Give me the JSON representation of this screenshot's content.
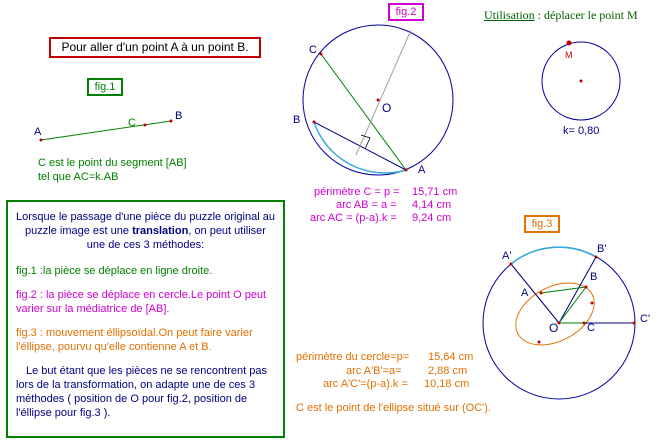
{
  "title_box": {
    "text": "Pour aller d'un point A à un point B."
  },
  "usage": {
    "label": "Utilisation",
    "text": " : déplacer le point M"
  },
  "fig1": {
    "label": "fig.1",
    "point_a": "A",
    "point_b": "B",
    "point_c": "C",
    "caption_line1": "C est le point du segment [AB]",
    "caption_line2": "tel que AC=k.AB"
  },
  "fig2": {
    "label": "fig.2",
    "point_c": "C",
    "point_o": "O",
    "point_b": "B",
    "point_a": "A",
    "line1_label": "périmètre C = p =",
    "line1_value": "15,71 cm",
    "line2_label": "arc AB = a =",
    "line2_value": "4,14 cm",
    "line3_label": "arc AC = (p-a).k =",
    "line3_value": "9,24 cm"
  },
  "control": {
    "point_m": "M",
    "k_text": "k= 0,80"
  },
  "fig3": {
    "label": "fig.3",
    "point_a_prime": "A'",
    "point_b_prime": "B'",
    "point_b": "B",
    "point_a": "A",
    "point_o": "O",
    "point_c": "C",
    "point_c_prime": "C'",
    "line1_label": "périmètre du cercle=p=",
    "line1_value": "15,64 cm",
    "line2_label": "arc A'B'=a=",
    "line2_value": "2,88 cm",
    "line3_label": "arc A'C'=(p-a).k =",
    "line3_value": "10,18 cm",
    "caption": "C est le point de l'ellipse situé sur (OC')."
  },
  "info": {
    "p1_before": "Lorsque le passage d'une pièce du puzzle original au puzzle image est une ",
    "p1_bold": "translation",
    "p1_after": ", on peut utiliser une de ces 3 méthodes:",
    "fig1_text": "fig.1 :la pièce se déplace en ligne droite.",
    "fig2_text": "fig.2 : la pièce se déplace en cercle.Le point  O peut varier sur la médiatrice de [AB].",
    "fig3_text": "fig.3 : mouvement éllipsoïdal.On peut faire varier l'éllipse, pourvu qu'elle contienne A et B.",
    "conclusion": "Le but étant que les pièces ne se rencontrent pas lors de la transformation, on adapte une de ces 3 méthodes ( position de O pour fig.2, position de l'éllipse pour fig.3 )."
  },
  "colors": {
    "green": "#008000",
    "red": "#c00000",
    "magenta": "#d000d0",
    "orange": "#e07000",
    "blue": "#3399dd",
    "navy": "#000080"
  }
}
